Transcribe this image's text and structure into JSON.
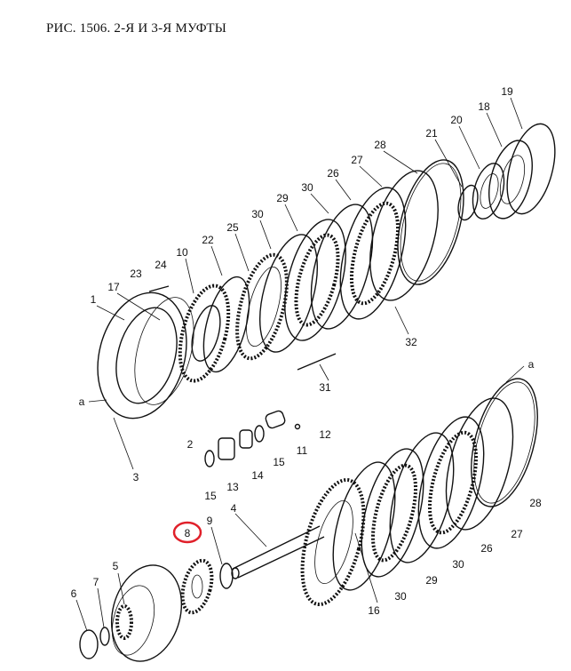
{
  "title": "РИС. 1506. 2-Я И 3-Я МУФТЫ",
  "highlight_color": "#e0202a",
  "upper_labels": [
    "19",
    "18",
    "20",
    "21",
    "28",
    "27",
    "26",
    "30",
    "29",
    "30",
    "25",
    "22",
    "10",
    "24",
    "23",
    "17",
    "1",
    "a",
    "3",
    "2",
    "15",
    "13",
    "14",
    "15",
    "11",
    "12",
    "31",
    "32"
  ],
  "lower_labels": [
    "a",
    "28",
    "27",
    "26",
    "30",
    "29",
    "30",
    "16",
    "4",
    "9",
    "8",
    "5",
    "7",
    "6"
  ],
  "highlighted_part": "8"
}
